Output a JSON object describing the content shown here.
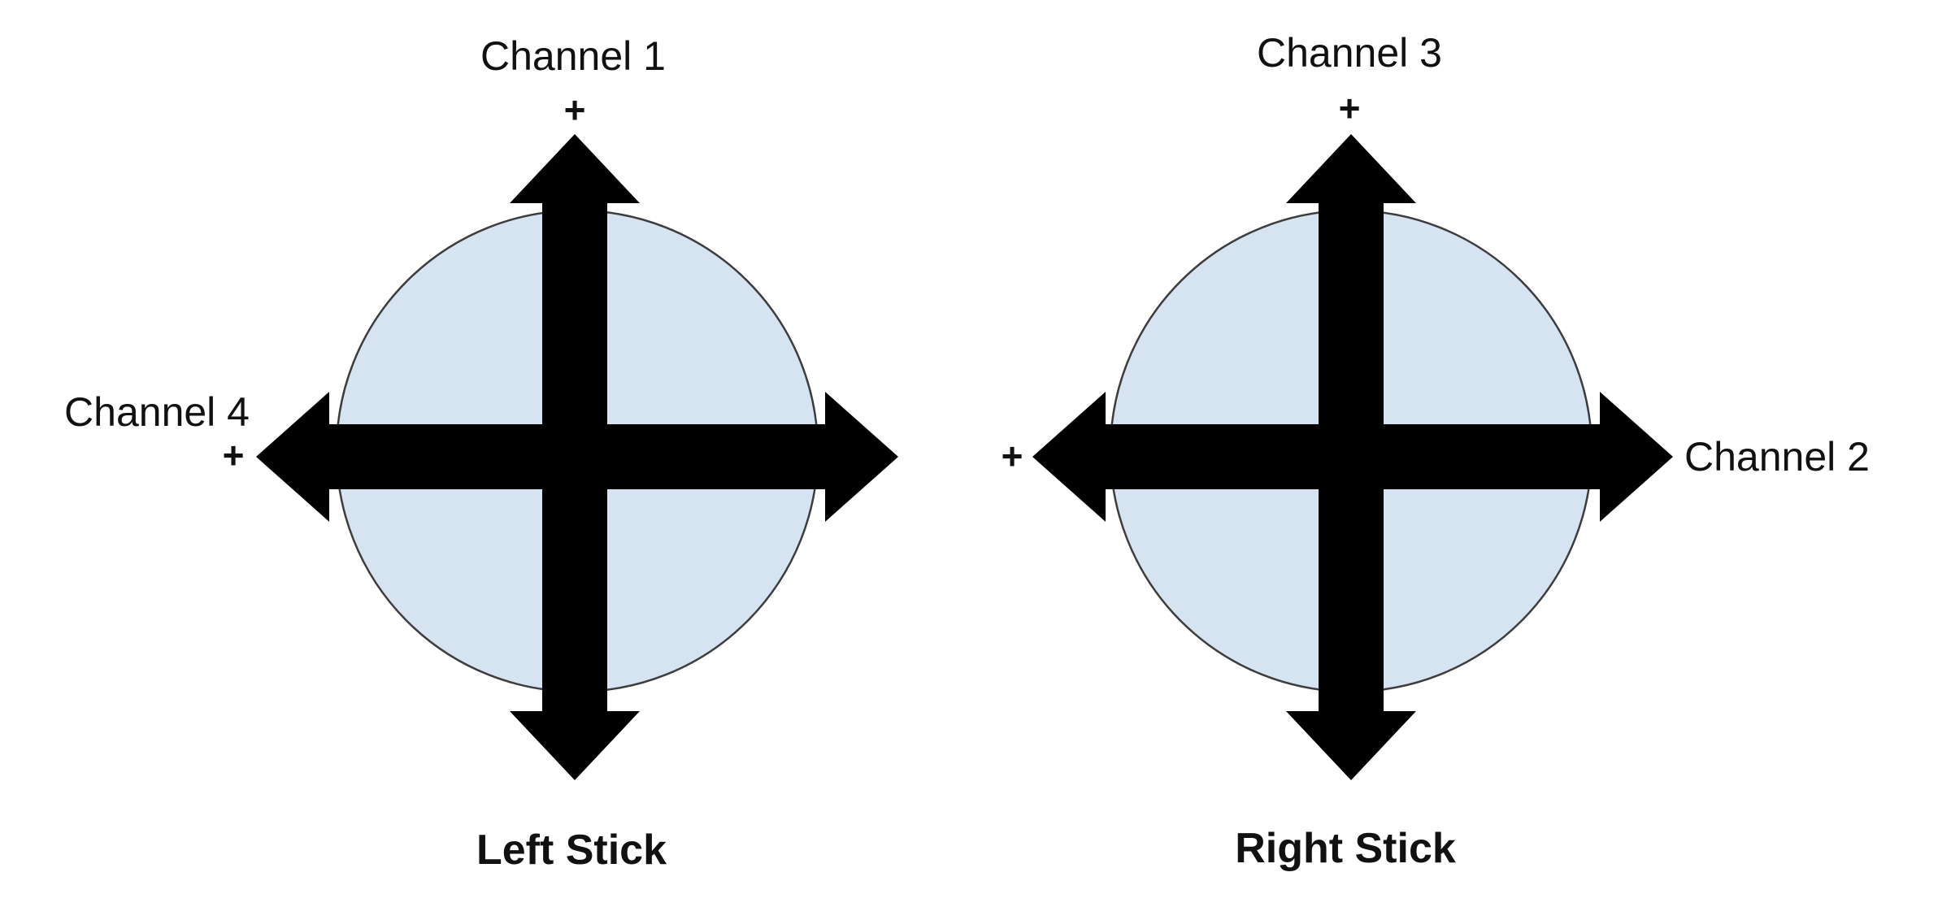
{
  "sticks": [
    {
      "label": "Left Stick",
      "vertical_channel": "Channel 1",
      "vertical_plus": "+",
      "horizontal_channel": "Channel 4",
      "horizontal_plus": "+"
    },
    {
      "label": "Right Stick",
      "vertical_channel": "Channel 3",
      "vertical_plus": "+",
      "horizontal_channel": "Channel 2",
      "horizontal_plus": "+"
    }
  ],
  "colors": {
    "background": "#ffffff",
    "circle_fill": "#d6e3f1",
    "circle_stroke": "#3d3d3d",
    "arrow": "#000000",
    "text": "#111111"
  }
}
